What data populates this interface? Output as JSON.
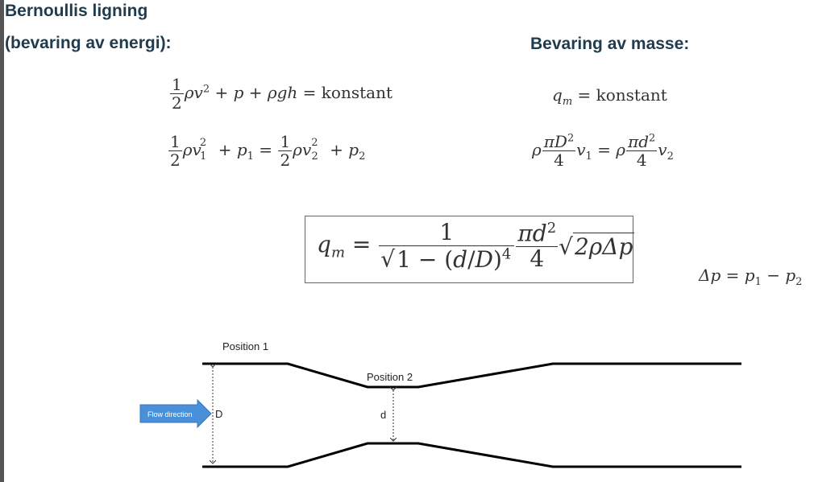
{
  "headings": {
    "bernoulli_line1": "Bernoullis ligning",
    "bernoulli_line2": "(bevaring av energi):",
    "mass": "Bevaring av masse:"
  },
  "equations": {
    "bernoulli_general_rhs": "konstant",
    "mass_general_rhs": "konstant",
    "half": "1",
    "two": "2",
    "four": "4"
  },
  "diagram": {
    "position1_label": "Position 1",
    "position2_label": "Position 2",
    "D_label": "D",
    "d_label": "d",
    "flow_label": "Flow direction"
  },
  "colors": {
    "heading": "#1f3b4d",
    "arrow_fill": "#4a90d9",
    "pipe": "#000000"
  }
}
